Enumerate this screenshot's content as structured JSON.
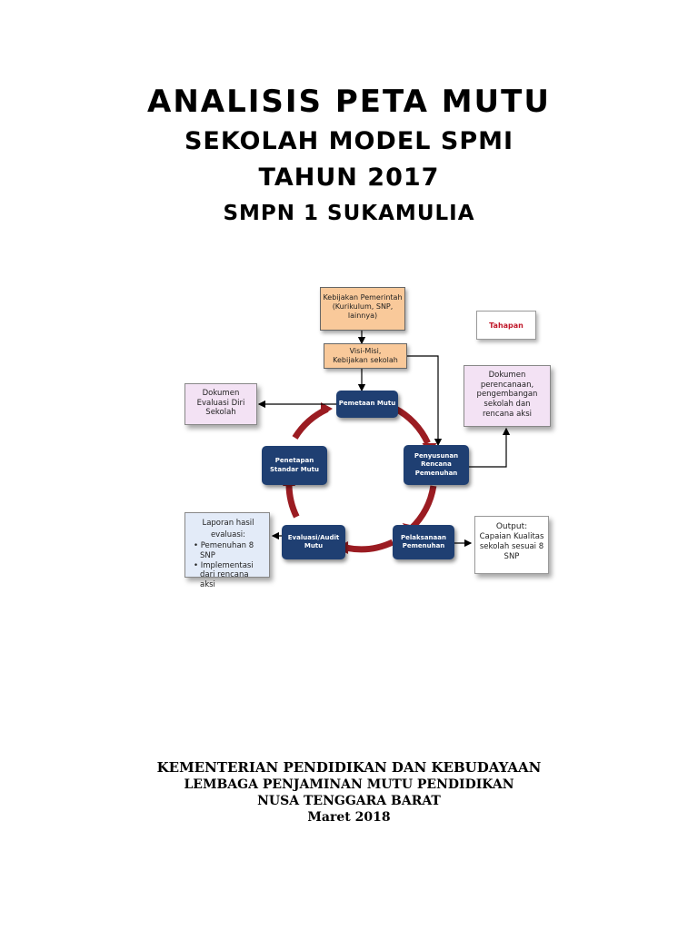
{
  "title": {
    "line1": "ANALISIS PETA MUTU",
    "line2": "SEKOLAH MODEL SPMI",
    "line3": "TAHUN 2017",
    "line4": "SMPN 1 SUKAMULIA"
  },
  "diagram": {
    "kebijakan_pemerintah": [
      "Kebijakan Pemerintah",
      "(Kurikulum, SNP,",
      "lainnya)"
    ],
    "visi_misi": [
      "Visi-Misi,",
      "Kebijakan sekolah"
    ],
    "tahapan": "Tahapan",
    "stages": {
      "pemetaan": [
        "Pemetaan Mutu"
      ],
      "penyusunan": [
        "Penyusunan",
        "Rencana",
        "Pemenuhan"
      ],
      "pelaksanaan": [
        "Pelaksanaan",
        "Pemenuhan"
      ],
      "evaluasi": [
        "Evaluasi/Audit",
        "Mutu"
      ],
      "penetapan": [
        "Penetapan",
        "Standar Mutu"
      ]
    },
    "dokumen_evaluasi": [
      "Dokumen",
      "Evaluasi Diri",
      "Sekolah"
    ],
    "dokumen_perencanaan": [
      "Dokumen",
      "perencanaan,",
      "pengembangan",
      "sekolah dan",
      "rencana aksi"
    ],
    "laporan": {
      "header": [
        "Laporan hasil",
        "evaluasi:"
      ],
      "items": [
        "Pemenuhan 8 SNP",
        "Implementasi dari rencana aksi"
      ]
    },
    "output": [
      "Output:",
      "Capaian Kualitas",
      "sekolah sesuai 8",
      "SNP"
    ],
    "colors": {
      "cycle_arrow": "#9b1c22",
      "stage_box": "#1f3f72",
      "orange_box": "#f9c99a",
      "pink_box": "#f3e2f4",
      "blue_box": "#e3ebf8",
      "tahapan_text": "#c0182a"
    }
  },
  "footer": {
    "line1": "KEMENTERIAN PENDIDIKAN DAN KEBUDAYAAN",
    "line2": "LEMBAGA PENJAMINAN MUTU PENDIDIKAN",
    "line3": "NUSA TENGGARA BARAT",
    "line4": "Maret 2018"
  }
}
